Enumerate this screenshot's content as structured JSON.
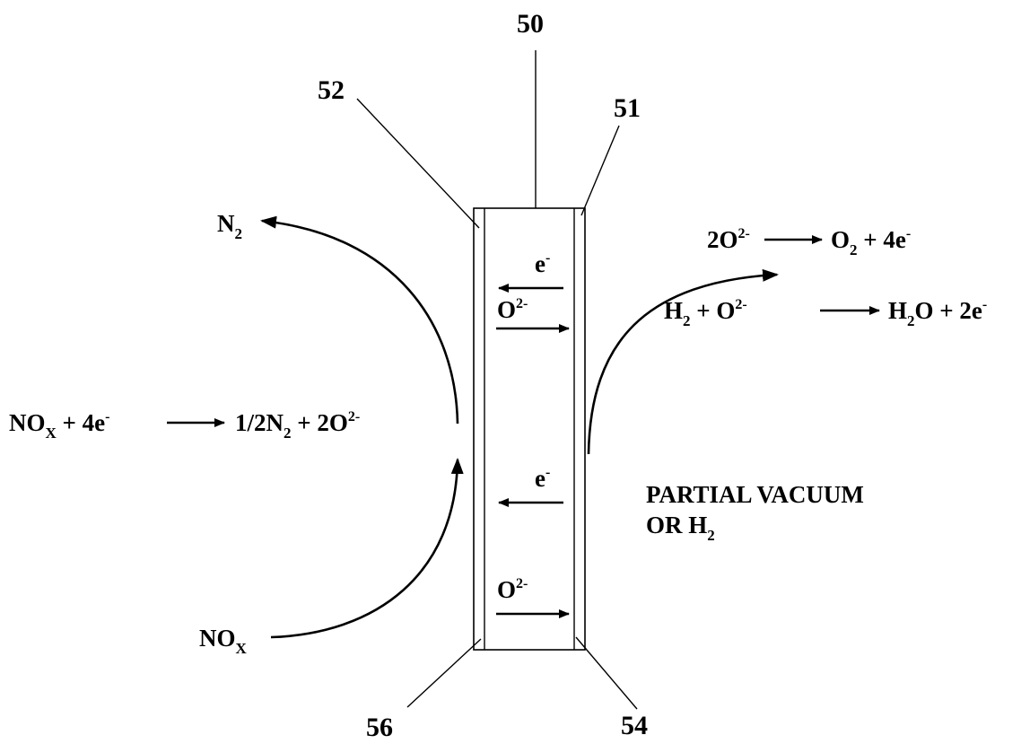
{
  "refs": {
    "r50": "50",
    "r51": "51",
    "r52": "52",
    "r54": "54",
    "r56": "56"
  },
  "left": {
    "n2_main": "N",
    "n2_sub": "2",
    "reaction": {
      "a": "NO",
      "a_sub": "X",
      "b": " + 4e",
      "b_sup": "-",
      "c": "1/2N",
      "c_sub": "2",
      "d": " + 2O",
      "d_sup": "2-"
    },
    "nox_main": "NO",
    "nox_sub": "X"
  },
  "right": {
    "reaction1": {
      "a": "2O",
      "a_sup": "2-",
      "b": "O",
      "b_sub": "2",
      "c": " +  4e",
      "c_sup": "-"
    },
    "reaction2": {
      "a": "H",
      "a_sub": "2",
      "b": "  +  O",
      "b_sup": "2-",
      "c": "H",
      "c_sub": "2",
      "d": "O  +  2e",
      "d_sup": "-"
    },
    "vacuum_line1": "PARTIAL VACUUM",
    "vacuum_line2": "OR H",
    "vacuum_sub": "2"
  },
  "membrane": {
    "electron": "e",
    "electron_sup": "-",
    "oxide": "O",
    "oxide_sup": "2-"
  }
}
